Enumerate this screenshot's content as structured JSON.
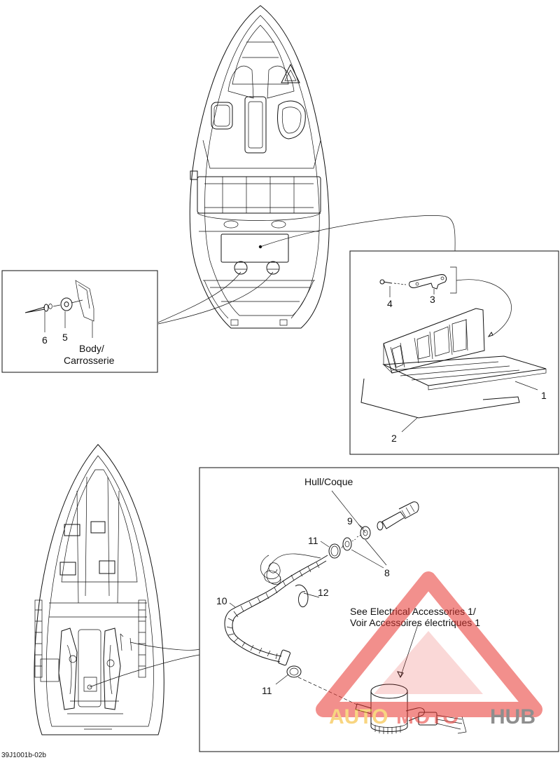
{
  "callouts": {
    "c1": "1",
    "c2": "2",
    "c3": "3",
    "c4": "4",
    "c5": "5",
    "c6": "6",
    "c8": "8",
    "c9": "9",
    "c10": "10",
    "c11a": "11",
    "c11b": "11",
    "c12": "12"
  },
  "labels": {
    "body_line1": "Body/",
    "body_line2": "Carrosserie",
    "hull": "Hull/Coque",
    "elec_line1": "See Electrical Accessories 1/",
    "elec_line2": "Voir Accessoires électriques 1"
  },
  "figure_code": "39J1001b-02b",
  "watermark": {
    "auto": "AUTO",
    "moto": "MOTO",
    "hub": "HUB",
    "color_primary": "#e8342f",
    "color_secondary": "#f4b31b",
    "color_dark": "#333333"
  }
}
